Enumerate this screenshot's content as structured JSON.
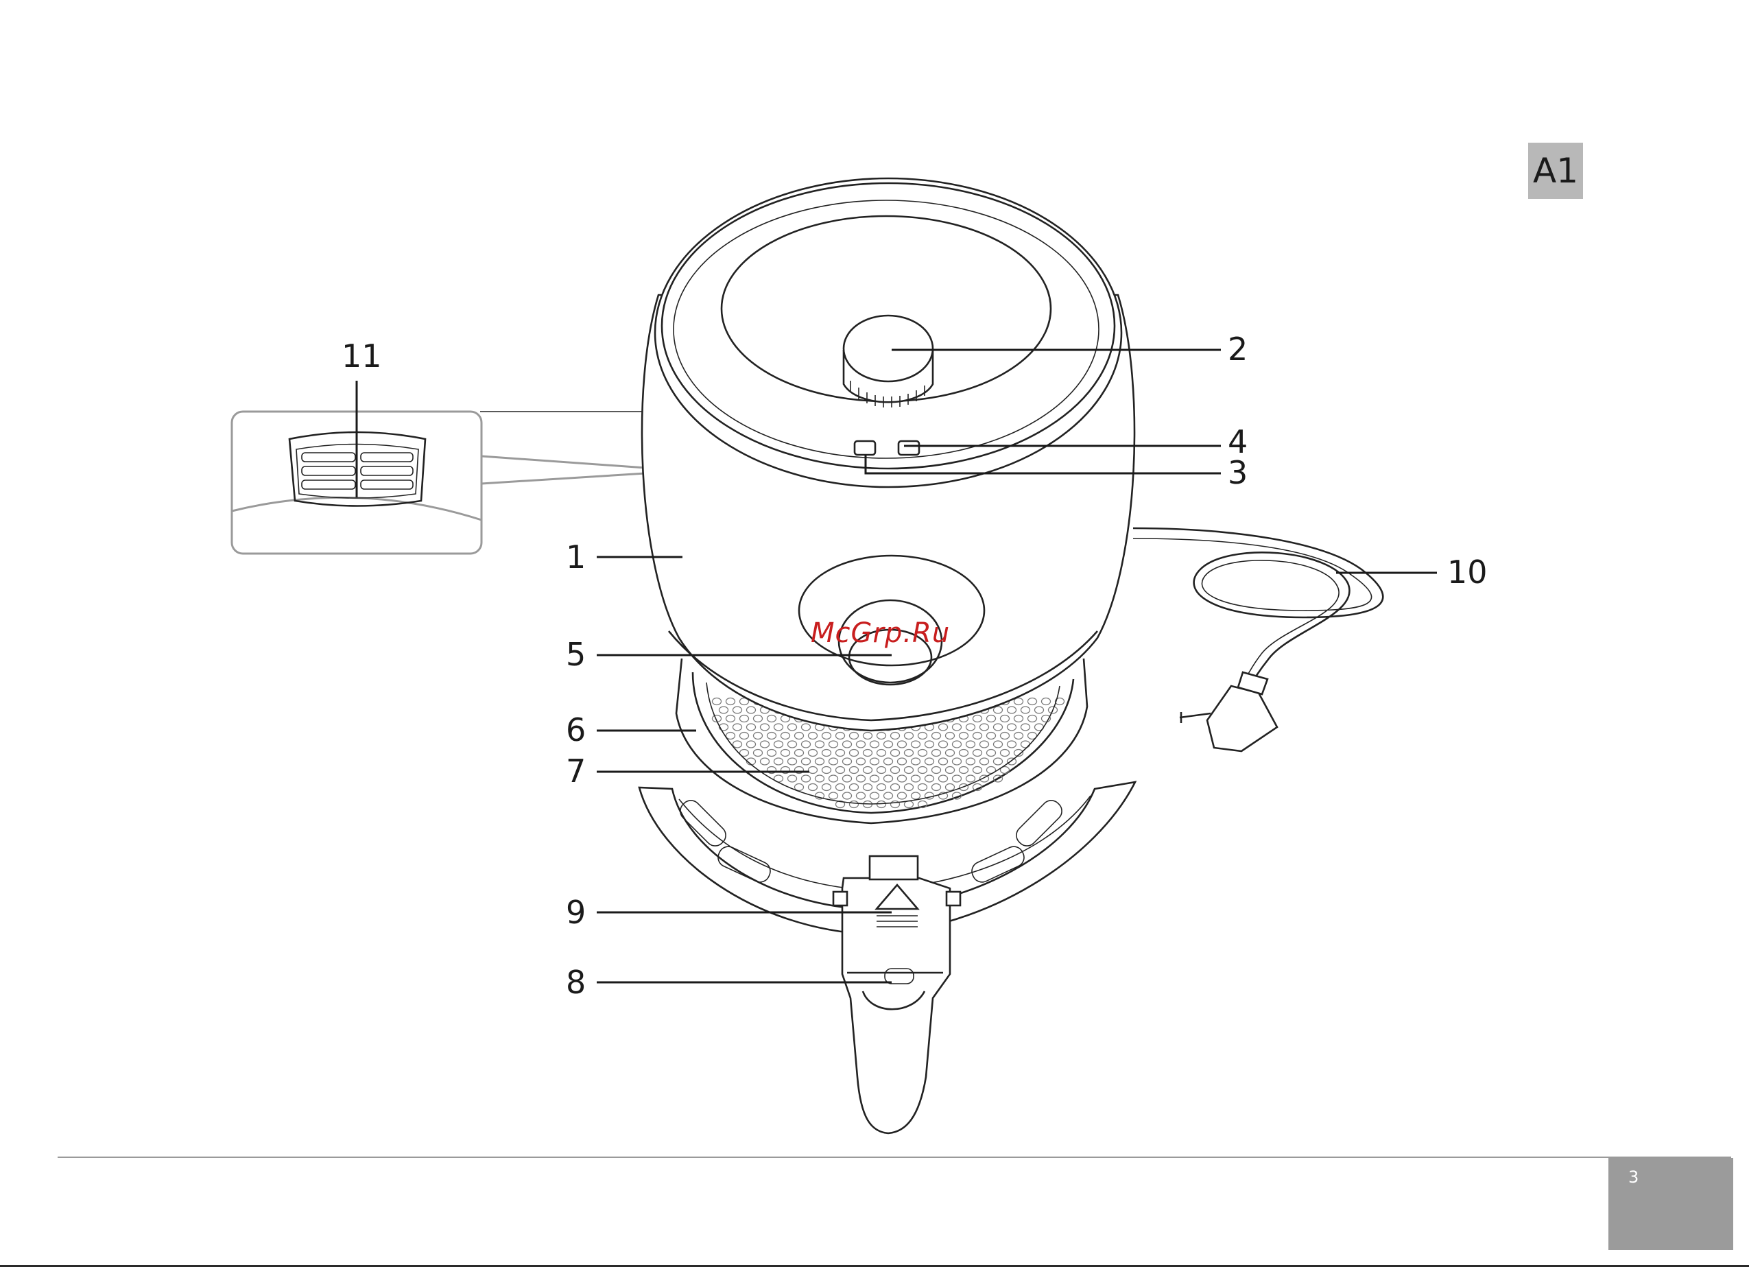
{
  "figure_tag": "A1",
  "watermark": "McGrp.Ru",
  "page_number": "3",
  "callouts": {
    "c1": "1",
    "c2": "2",
    "c3": "3",
    "c4": "4",
    "c5": "5",
    "c6": "6",
    "c7": "7",
    "c8": "8",
    "c9": "9",
    "c10": "10",
    "c11": "11"
  }
}
